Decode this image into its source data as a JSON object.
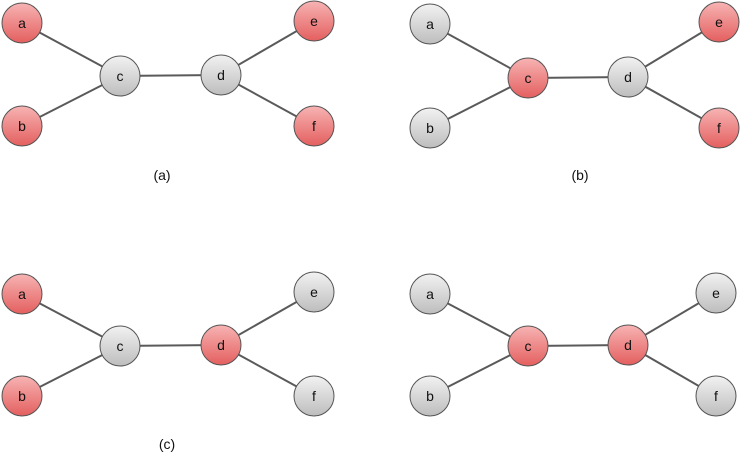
{
  "colors": {
    "highlight_fill_top": "#f7b3b3",
    "highlight_fill_bottom": "#e45f5f",
    "normal_fill_top": "#f2f2f2",
    "normal_fill_bottom": "#bdbdbd",
    "edge": "#5a5a5a",
    "stroke": "#555555"
  },
  "graph": {
    "nodes": [
      "a",
      "b",
      "c",
      "d",
      "e",
      "f"
    ],
    "edges": [
      [
        "a",
        "c"
      ],
      [
        "b",
        "c"
      ],
      [
        "c",
        "d"
      ],
      [
        "d",
        "e"
      ],
      [
        "d",
        "f"
      ]
    ]
  },
  "panels": [
    {
      "caption": "(a)",
      "highlighted": [
        "a",
        "b",
        "e",
        "f"
      ]
    },
    {
      "caption": "(b)",
      "highlighted": [
        "c",
        "e",
        "f"
      ]
    },
    {
      "caption": "(c)",
      "highlighted": [
        "a",
        "b",
        "d"
      ]
    },
    {
      "caption": "",
      "highlighted": [
        "c",
        "d"
      ]
    }
  ]
}
